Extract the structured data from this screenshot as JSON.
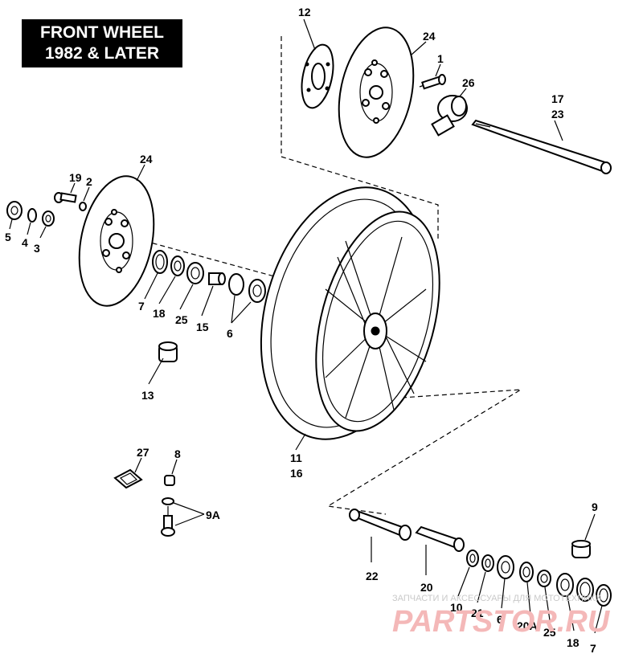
{
  "title": {
    "line1": "FRONT WHEEL",
    "line2": "1982 & LATER"
  },
  "labels": {
    "p12": "12",
    "p24_top": "24",
    "p1": "1",
    "p26": "26",
    "p17": "17",
    "p23": "23",
    "p24_left": "24",
    "p19": "19",
    "p2": "2",
    "p5": "5",
    "p4": "4",
    "p3": "3",
    "p7_left": "7",
    "p18_left": "18",
    "p25_left": "25",
    "p15": "15",
    "p6_left": "6",
    "p13": "13",
    "p11": "11",
    "p16": "16",
    "p27": "27",
    "p8": "8",
    "p9A": "9A",
    "p9": "9",
    "p22": "22",
    "p20": "20",
    "p10": "10",
    "p21": "21",
    "p6_right": "6",
    "p20A": "20A",
    "p25_right": "25",
    "p18_right": "18",
    "p7_right": "7"
  },
  "watermark": {
    "small": "ЗАПЧАСТИ И АКСЕССУАРЫ ДЛЯ МОТОТЕХНИКИ",
    "big": "PARTSTOR.RU",
    "color": "#f4b8b8"
  }
}
